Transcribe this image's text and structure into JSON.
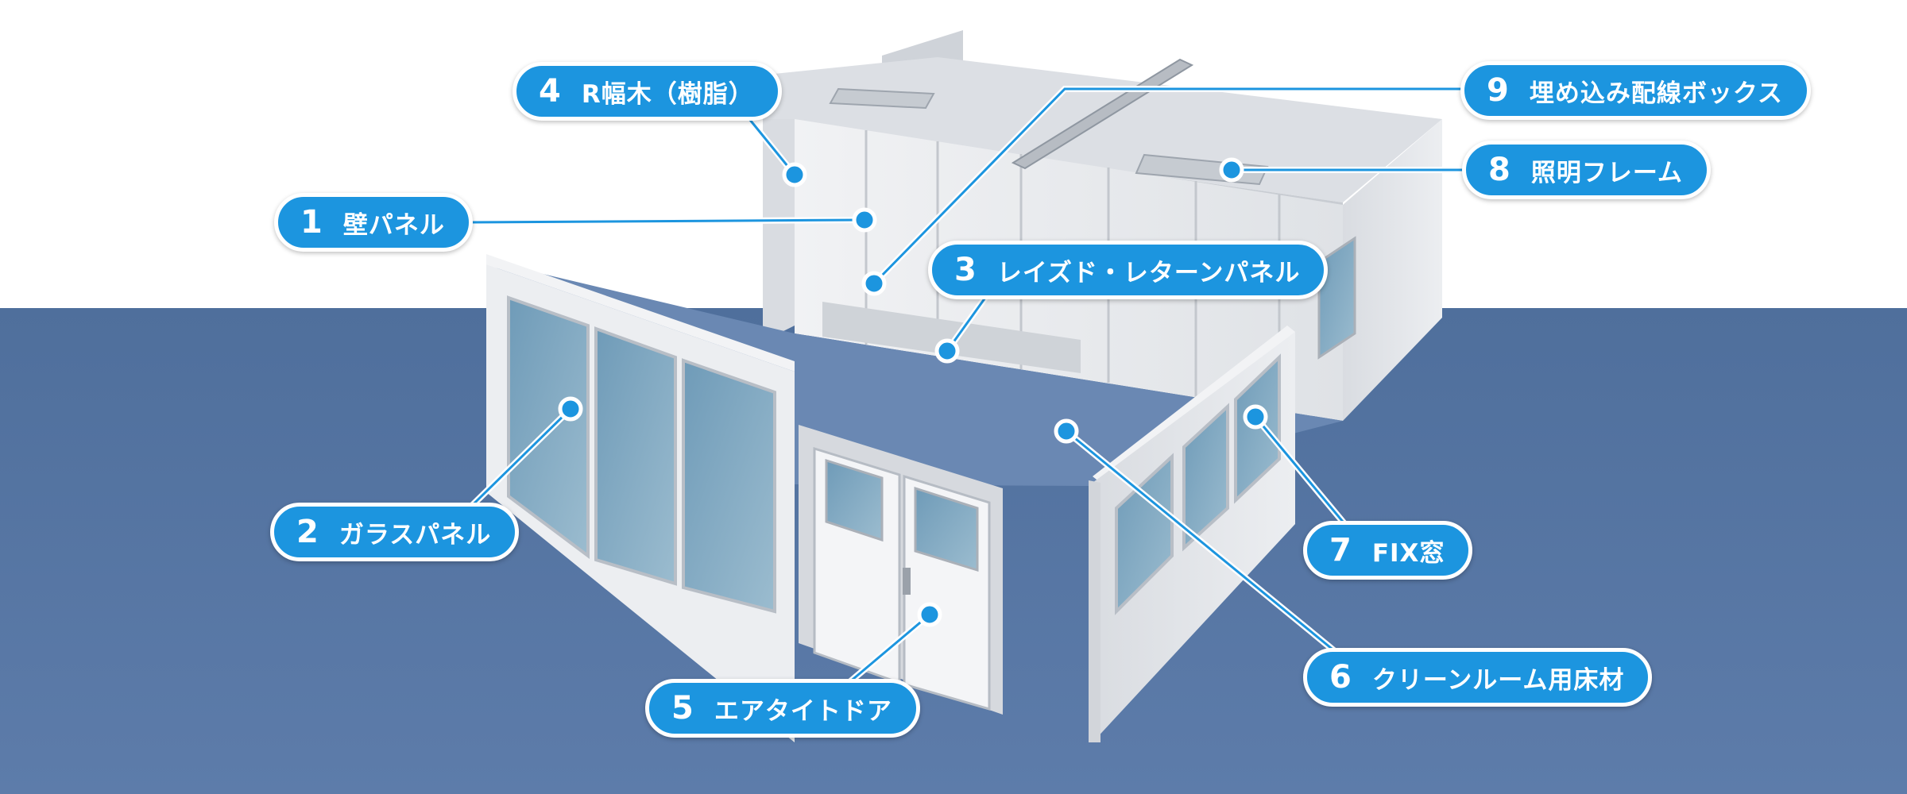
{
  "colors": {
    "accent": "#1c95df",
    "floor": "#5777a3",
    "panel": "#e9ebee",
    "glass": "#7fa6bd"
  },
  "callouts": [
    {
      "number": "1",
      "label": "壁パネル"
    },
    {
      "number": "2",
      "label": "ガラスパネル"
    },
    {
      "number": "3",
      "label": "レイズド・レターンパネル"
    },
    {
      "number": "4",
      "label": "R幅木（樹脂）"
    },
    {
      "number": "5",
      "label": "エアタイトドア"
    },
    {
      "number": "6",
      "label": "クリーンルーム用床材"
    },
    {
      "number": "7",
      "label": "FIX窓"
    },
    {
      "number": "8",
      "label": "照明フレーム"
    },
    {
      "number": "9",
      "label": "埋め込み配線ボックス"
    }
  ]
}
